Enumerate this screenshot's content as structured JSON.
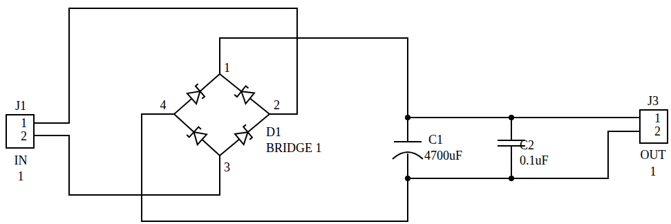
{
  "diagram": {
    "nodes": [
      {
        "text": [
          "J1",
          "1",
          "2"
        ]
      },
      {
        "text": [
          "J3",
          "1",
          "2"
        ]
      }
    ],
    "labels": [
      "IN",
      "1",
      "OUT",
      "1",
      "1",
      "2",
      "3",
      "4",
      "D1",
      "BRIDGE 1",
      "C1",
      "4700uF",
      "C2",
      "0.1uF"
    ]
  }
}
